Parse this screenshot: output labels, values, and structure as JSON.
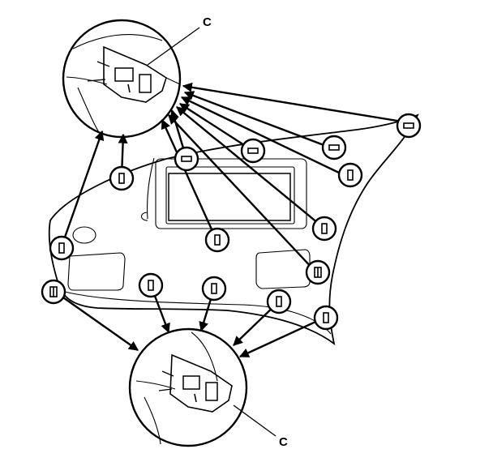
{
  "labels": {
    "top_detail": "C",
    "bottom_detail": "C"
  },
  "icons": {
    "clip_marker": "clip-icon",
    "detail_view": "magnified-clip-detail"
  }
}
